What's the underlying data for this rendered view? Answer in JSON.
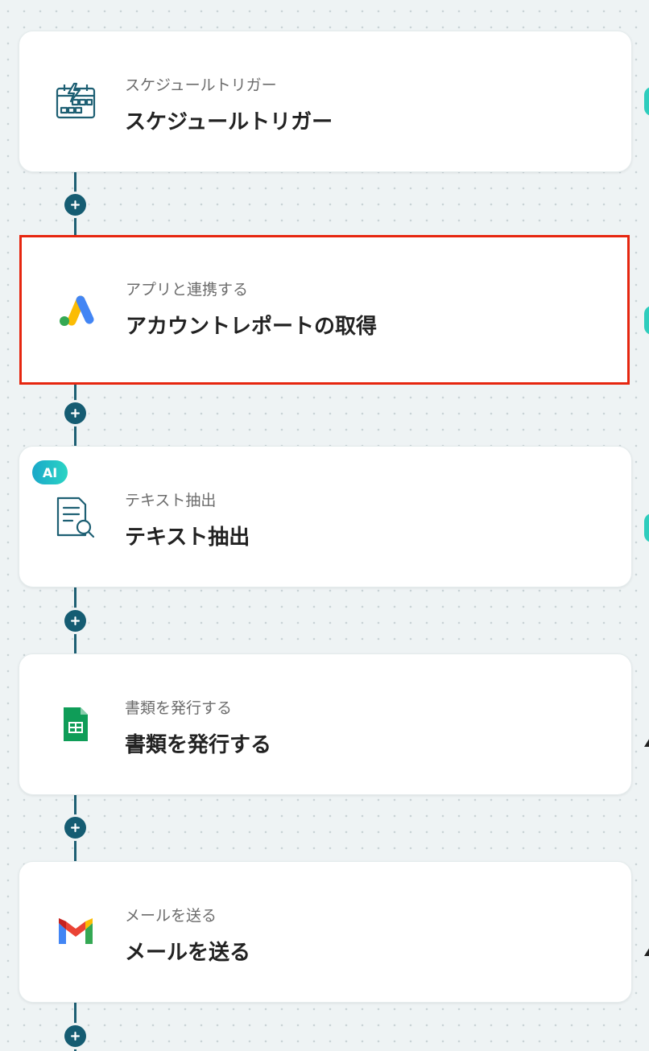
{
  "steps": [
    {
      "subtitle": "スケジュールトリガー",
      "title": "スケジュールトリガー",
      "icon": "calendar-lightning-icon"
    },
    {
      "subtitle": "アプリと連携する",
      "title": "アカウントレポートの取得",
      "icon": "google-ads-icon"
    },
    {
      "subtitle": "テキスト抽出",
      "title": "テキスト抽出",
      "icon": "document-search-icon",
      "badge": "AI"
    },
    {
      "subtitle": "書類を発行する",
      "title": "書類を発行する",
      "icon": "google-sheets-icon"
    },
    {
      "subtitle": "メールを送る",
      "title": "メールを送る",
      "icon": "gmail-icon"
    }
  ],
  "add_step_icon": "plus-icon",
  "colors": {
    "connector": "#155c72",
    "selection": "#e6260f",
    "ai_badge": "#1aa8c9",
    "edge_indicator": "#2ecdbd"
  }
}
